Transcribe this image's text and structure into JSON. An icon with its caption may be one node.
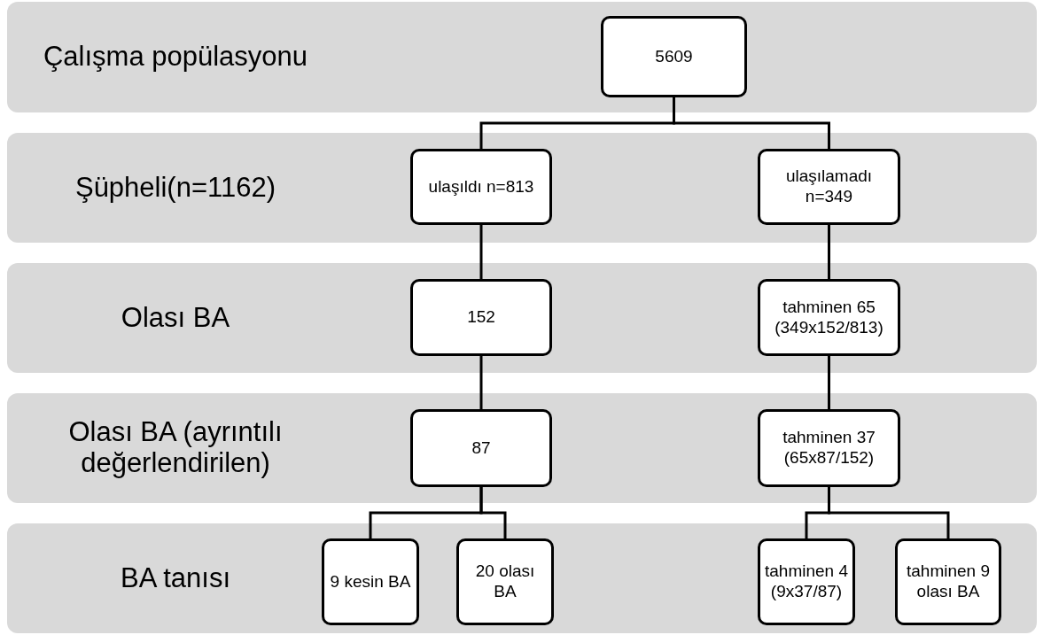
{
  "diagram": {
    "nodes": [
      {
        "text": [
          "Çalışma popülasyonu"
        ]
      },
      {
        "text": [
          "5609"
        ],
        "in": 0
      },
      {
        "text": [
          "Şüpheli(n=1162)"
        ]
      },
      {
        "text": [
          "ulaşıldı n=813"
        ],
        "in": 2
      },
      {
        "text": [
          "ulaşılamadı n=349"
        ],
        "in": 2
      },
      {
        "text": [
          "Olası BA"
        ]
      },
      {
        "text": [
          "152"
        ],
        "in": 5
      },
      {
        "text": [
          "tahminen 65 (349x152/813)"
        ],
        "in": 5
      },
      {
        "text": [
          "Olası BA (ayrıntılı değerlendirilen)"
        ]
      },
      {
        "text": [
          "87"
        ],
        "in": 8
      },
      {
        "text": [
          "tahminen 37 (65x87/152)"
        ],
        "in": 8
      },
      {
        "text": [
          "BA tanısı"
        ]
      },
      {
        "text": [
          "9 kesin BA"
        ],
        "in": 11
      },
      {
        "text": [
          "20 olası BA"
        ],
        "in": 11
      },
      {
        "text": [
          "tahminen 4 (9x37/87)"
        ],
        "in": 11
      },
      {
        "text": [
          "tahminen 9 olası BA"
        ],
        "in": 11
      }
    ],
    "edges": [
      {
        "from": 1,
        "to": 3,
        "arrow": "none"
      },
      {
        "from": 1,
        "to": 4,
        "arrow": "none"
      },
      {
        "from": 3,
        "to": 6,
        "arrow": "none"
      },
      {
        "from": 4,
        "to": 7,
        "arrow": "none"
      },
      {
        "from": 6,
        "to": 9,
        "arrow": "none"
      },
      {
        "from": 7,
        "to": 10,
        "arrow": "none"
      },
      {
        "from": 9,
        "to": 12,
        "arrow": "none"
      },
      {
        "from": 9,
        "to": 13,
        "arrow": "none"
      },
      {
        "from": 10,
        "to": 14,
        "arrow": "none"
      },
      {
        "from": 10,
        "to": 15,
        "arrow": "none"
      }
    ]
  }
}
